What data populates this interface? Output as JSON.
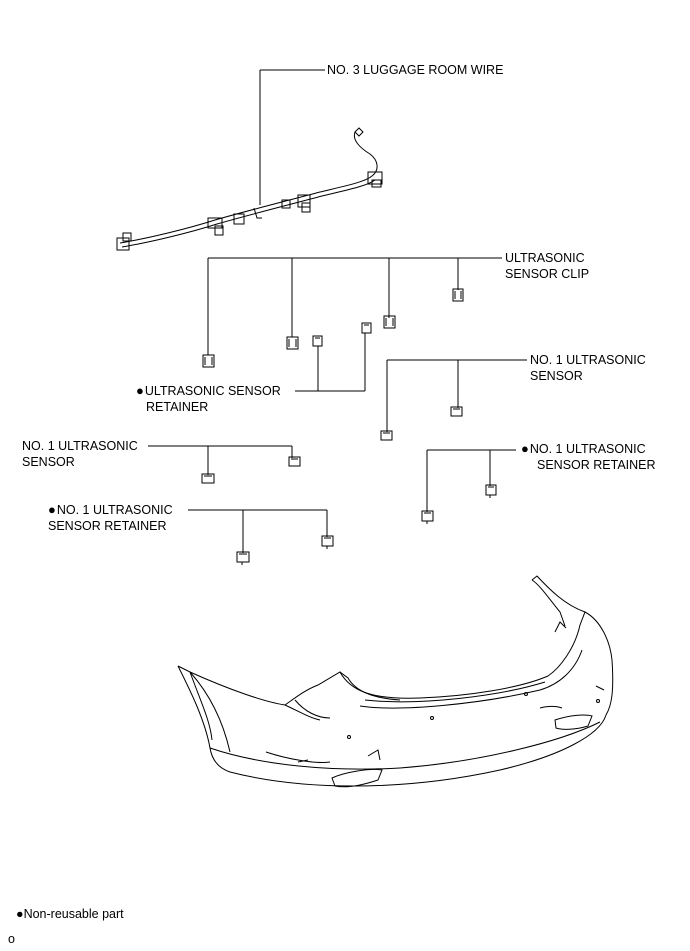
{
  "labels": {
    "luggage_wire": "NO. 3 LUGGAGE ROOM WIRE",
    "sensor_clip_1": "ULTRASONIC",
    "sensor_clip_2": "SENSOR CLIP",
    "sensor_retainer_1": "ULTRASONIC SENSOR",
    "sensor_retainer_2": "RETAINER",
    "no1_sensor_right_1": "NO. 1 ULTRASONIC",
    "no1_sensor_right_2": "SENSOR",
    "no1_sensor_left_1": "NO. 1 ULTRASONIC",
    "no1_sensor_left_2": "SENSOR",
    "no1_retainer_right_1": "NO. 1 ULTRASONIC",
    "no1_retainer_right_2": "SENSOR RETAINER",
    "no1_retainer_left_1": "NO. 1 ULTRASONIC",
    "no1_retainer_left_2": "SENSOR RETAINER"
  },
  "bullet_symbol": "●",
  "legend": {
    "bullet": "●",
    "text": "Non-reusable part"
  },
  "footer_mark": "o",
  "colors": {
    "line": "#000000",
    "background": "#ffffff"
  }
}
